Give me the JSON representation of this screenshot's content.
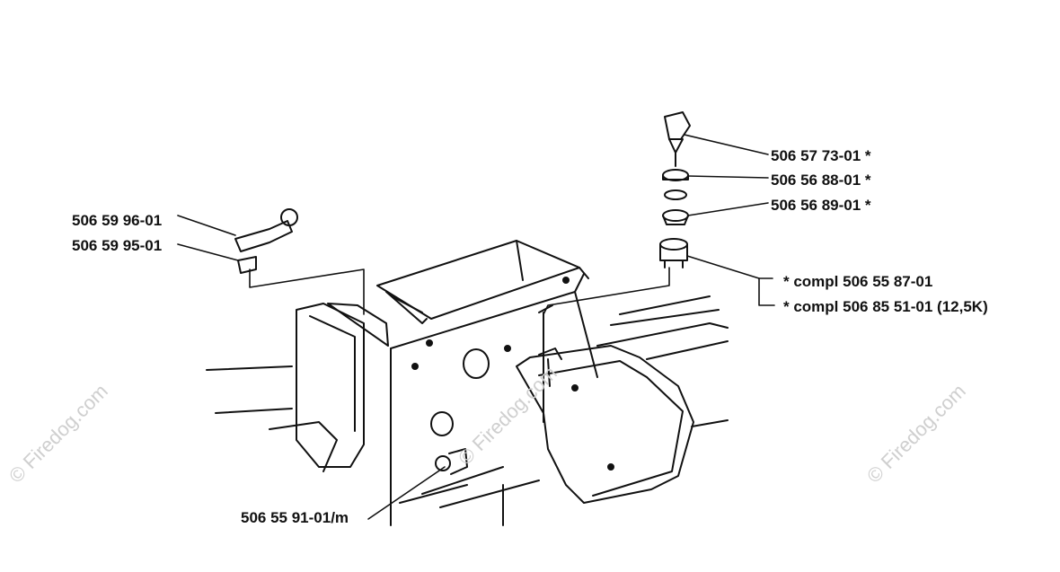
{
  "callouts": {
    "key": "506 57 73-01  *",
    "nut": "506 56 88-01  *",
    "washer": "506 56 89-01  *",
    "lever": "506 59 96-01",
    "knob": "506 59 95-01",
    "compl_1": "*  compl 506 55 87-01",
    "compl_2": "*  compl 506 85 51-01 (12,5K)",
    "socket": "506 55 91-01/m"
  },
  "watermark": "© Firedog.com",
  "colors": {
    "ink": "#111111",
    "watermark": "#cfcfcf",
    "background": "#ffffff"
  }
}
